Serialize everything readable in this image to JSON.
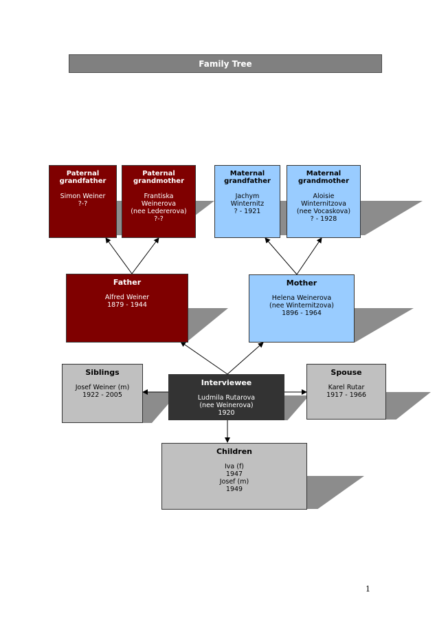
{
  "title": "Family Tree",
  "page_number": "1",
  "colors": {
    "paternal": "#7f0000",
    "maternal": "#99ccff",
    "neutral": "#c0c0c0",
    "interviewee": "#333333",
    "shadow": "#8c8c8c"
  },
  "boxes": {
    "paternal_grandfather": {
      "heading": [
        "Paternal",
        "grandfather"
      ],
      "lines": [
        "Simon Weiner",
        "?-?"
      ]
    },
    "paternal_grandmother": {
      "heading": [
        "Paternal",
        "grandmother"
      ],
      "lines": [
        "Frantiska",
        "Weinerova",
        "(nee Ledererova)",
        "?-?"
      ]
    },
    "maternal_grandfather": {
      "heading": [
        "Maternal",
        "grandfather"
      ],
      "lines": [
        "Jachym",
        "Winternitz",
        "? - 1921"
      ]
    },
    "maternal_grandmother": {
      "heading": [
        "Maternal",
        "grandmother"
      ],
      "lines": [
        "Aloisie",
        "Winternitzova",
        "(nee Vocaskova)",
        "? - 1928"
      ]
    },
    "father": {
      "heading": [
        "Father"
      ],
      "lines": [
        "Alfred Weiner",
        "1879 - 1944"
      ]
    },
    "mother": {
      "heading": [
        "Mother"
      ],
      "lines": [
        "Helena Weinerova",
        "(nee Winternitzova)",
        "1896 - 1964"
      ]
    },
    "siblings": {
      "heading": [
        "Siblings"
      ],
      "lines": [
        "Josef Weiner (m)",
        "1922 - 2005"
      ]
    },
    "interviewee": {
      "heading": [
        "Interviewee"
      ],
      "lines": [
        "Ludmila Rutarova",
        "(nee Weinerova)",
        "1920"
      ]
    },
    "spouse": {
      "heading": [
        "Spouse"
      ],
      "lines": [
        "Karel Rutar",
        "1917 - 1966"
      ]
    },
    "children": {
      "heading": [
        "Children"
      ],
      "lines": [
        "Iva (f)",
        "1947",
        "Josef (m)",
        "1949"
      ]
    }
  }
}
